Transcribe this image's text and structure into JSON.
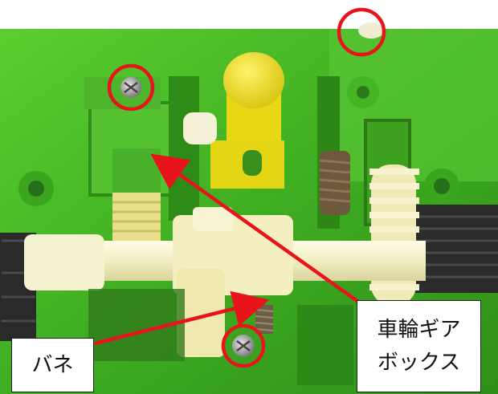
{
  "labels": {
    "gear_box_line1": "車輪ギア",
    "gear_box_line2": "ボックス",
    "spring": "バネ"
  },
  "colors": {
    "callout_circle": "#e8141c",
    "arrow": "#e8141c",
    "plastic_green": "#4fbf2a",
    "gear_cream": "#f3f0c4",
    "knob_yellow": "#f2e21c"
  },
  "icons": [
    "screw-icon",
    "circle-marker-icon",
    "arrow-icon"
  ]
}
